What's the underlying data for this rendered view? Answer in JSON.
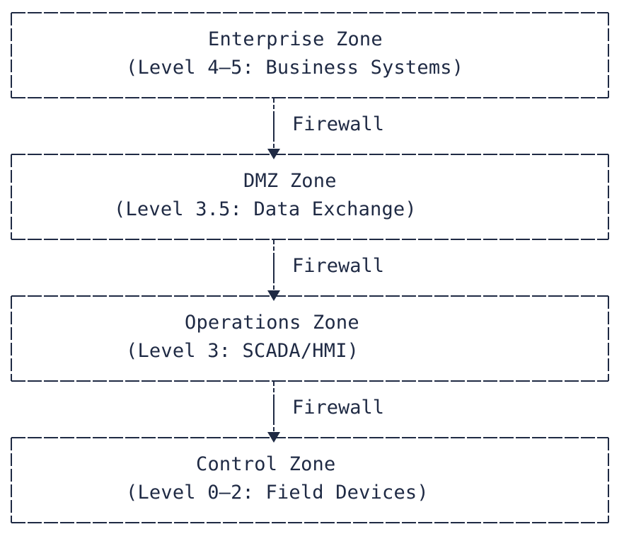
{
  "zones": [
    {
      "title": "Enterprise Zone",
      "subtitle": "(Level 4–5: Business Systems)"
    },
    {
      "title": "DMZ Zone",
      "subtitle": "(Level 3.5: Data Exchange)"
    },
    {
      "title": "Operations Zone",
      "subtitle": "(Level 3: SCADA/HMI)"
    },
    {
      "title": "Control Zone",
      "subtitle": "(Level 0–2: Field Devices)"
    }
  ],
  "connectors": [
    {
      "label": "Firewall"
    },
    {
      "label": "Firewall"
    },
    {
      "label": "Firewall"
    }
  ],
  "colors": {
    "stroke": "#1f2a44",
    "text": "#1f2a44",
    "background": "#ffffff"
  }
}
